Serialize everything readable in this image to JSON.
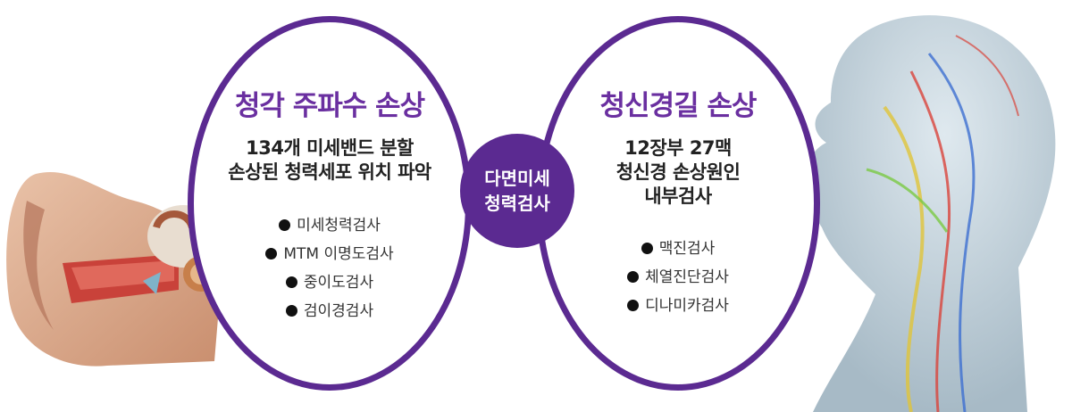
{
  "left_panel": {
    "title": "청각 주파수 손상",
    "desc": [
      "134개 미세밴드 분할",
      "손상된 청력세포 위치 파악"
    ],
    "items": [
      "미세청력검사",
      "MTM 이명도검사",
      "중이도검사",
      "검이경검사"
    ]
  },
  "center_badge": {
    "line1": "다면미세",
    "line2": "청력검사"
  },
  "right_panel": {
    "title": "청신경길 손상",
    "desc": [
      "12장부 27맥",
      "청신경 손상원인",
      "내부검사"
    ],
    "items": [
      "맥진검사",
      "체열진단검사",
      "디나미카검사"
    ]
  },
  "colors": {
    "accent": "#5b2a91",
    "title": "#6a2fa0"
  },
  "illustrations": [
    "ear-anatomy-illustration",
    "head-nerve-anatomy-illustration"
  ]
}
